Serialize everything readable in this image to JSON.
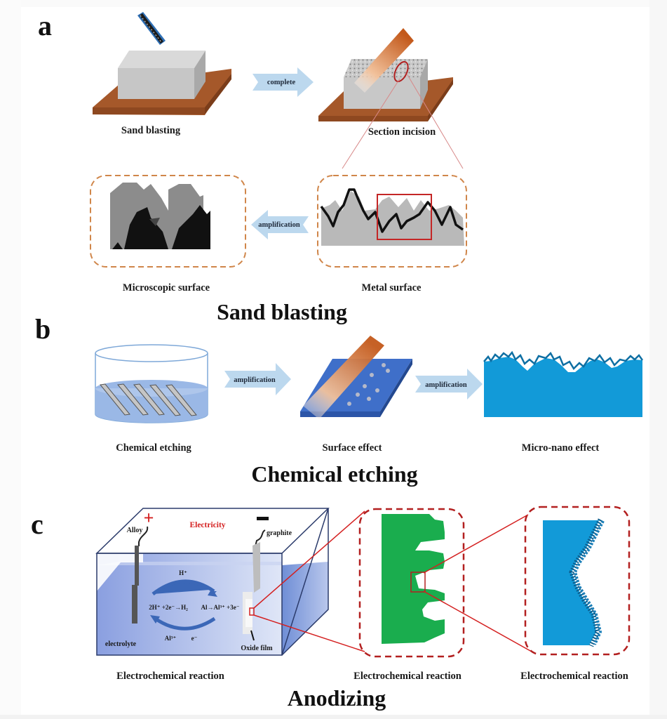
{
  "figure": {
    "panels": [
      {
        "letter": "a",
        "title": "Sand blasting",
        "captions": {
          "sand_blasting": "Sand blasting",
          "section_incision": "Section incision",
          "microscopic_surface": "Microscopic surface",
          "metal_surface": "Metal surface"
        },
        "arrows": {
          "complete": "complete",
          "amplification": "amplification"
        }
      },
      {
        "letter": "b",
        "title": "Chemical etching",
        "captions": {
          "chemical_etching": "Chemical etching",
          "surface_effect": "Surface effect",
          "micro_nano_effect": "Micro-nano effect"
        },
        "arrows": {
          "amplification_1": "amplification",
          "amplification_2": "amplification"
        }
      },
      {
        "letter": "c",
        "title": "Anodizing",
        "captions": {
          "cell": "Electrochemical reaction",
          "zoom1": "Electrochemical reaction",
          "zoom2": "Electrochemical reaction"
        },
        "cell_labels": {
          "plus": "+",
          "minus": "—",
          "alloy": "Alloy",
          "electricity": "Electricity",
          "graphite": "graphite",
          "h_plus": "H⁺",
          "cathode_reaction": "2H⁺ +2e⁻→H₂",
          "anode_reaction": "Al→Al³⁺ +3e⁻",
          "al_ion": "Al³⁺",
          "electron": "e⁻",
          "electrolyte": "electrolyte",
          "oxide_film": "Oxide film"
        }
      }
    ],
    "colors": {
      "wood": "#a5582a",
      "block": "#c8c8c8",
      "arrow": "#bcd8ee",
      "dash_orange": "#d0864a",
      "dash_red": "#b32020",
      "red": "#d42020",
      "electrolyte": "#9fb2e3",
      "film_green": "#1aad4e",
      "nano_blue": "#129ad8",
      "plate_blue": "#3f6fc9"
    }
  }
}
